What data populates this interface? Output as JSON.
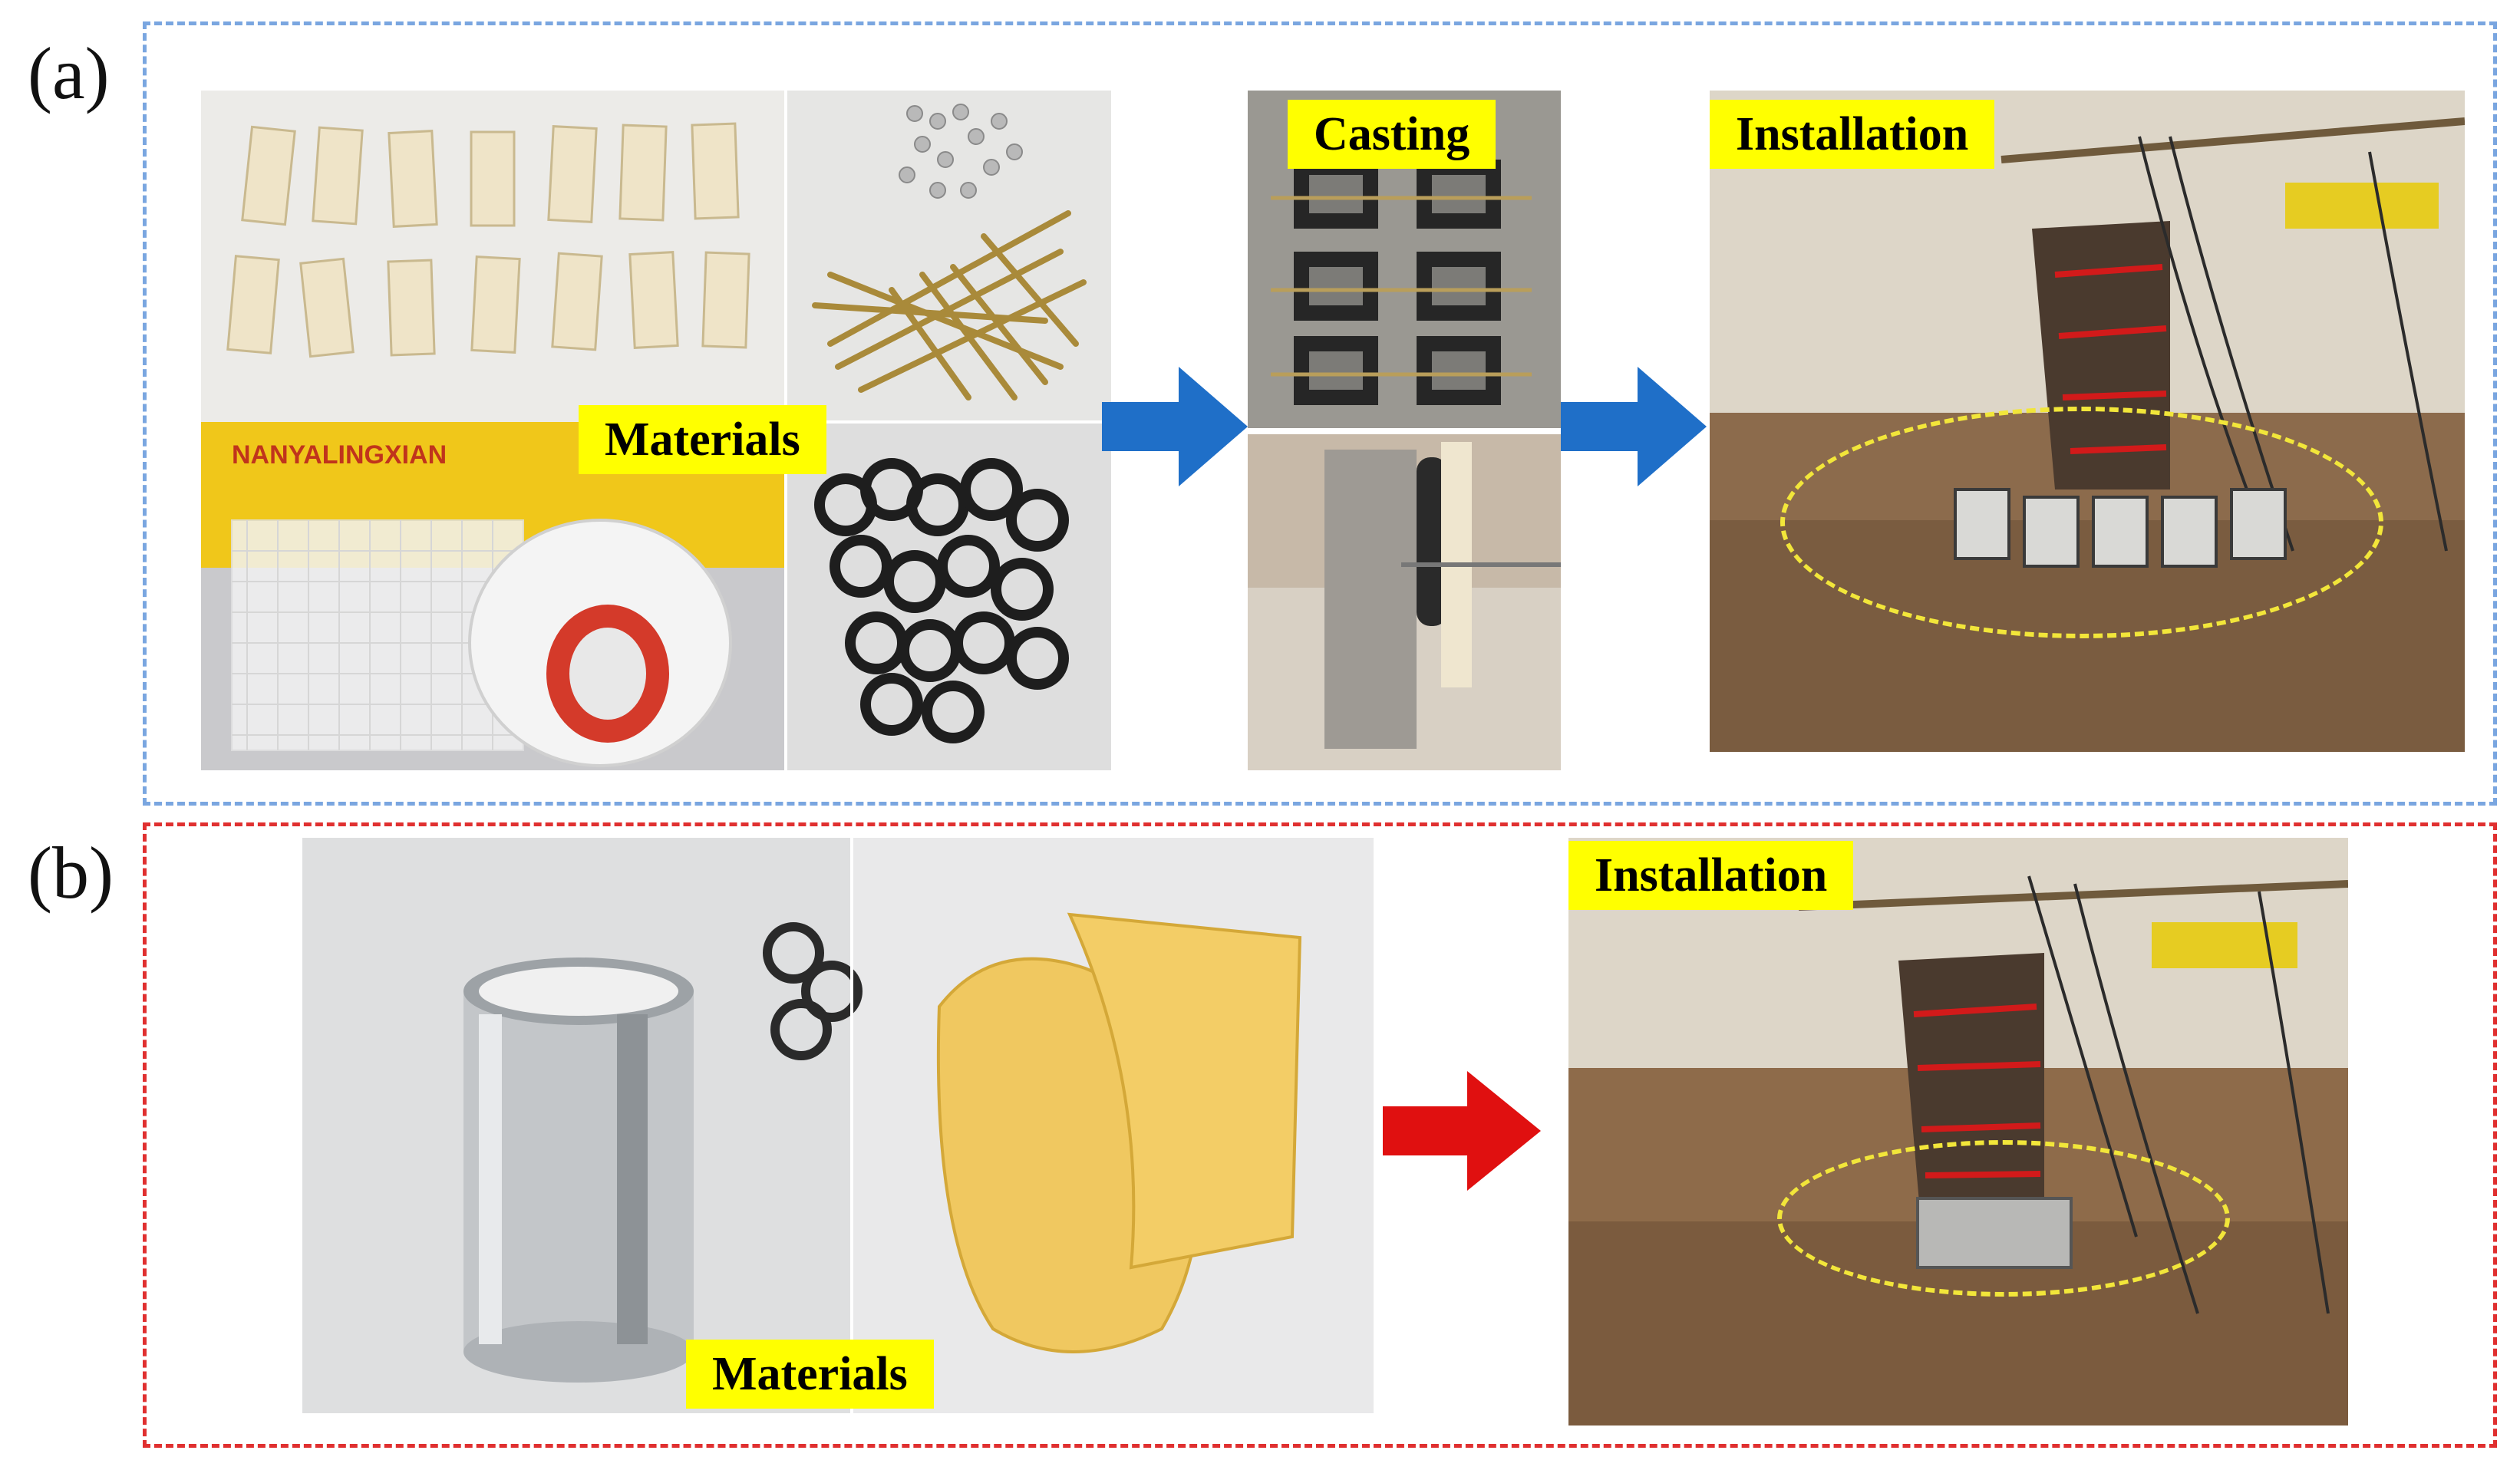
{
  "panels": {
    "a": {
      "label": "(a)",
      "materials_tag": "Materials",
      "casting_tag": "Casting",
      "installation_tag": "Installation",
      "tape_print": "NANYALINGXIAN",
      "frame_color": "#7aa6e0",
      "arrow_color": "#1f6fc8"
    },
    "b": {
      "label": "(b)",
      "materials_tag": "Materials",
      "installation_tag": "Installation",
      "frame_color": "#e03030",
      "arrow_color": "#e01010"
    }
  }
}
